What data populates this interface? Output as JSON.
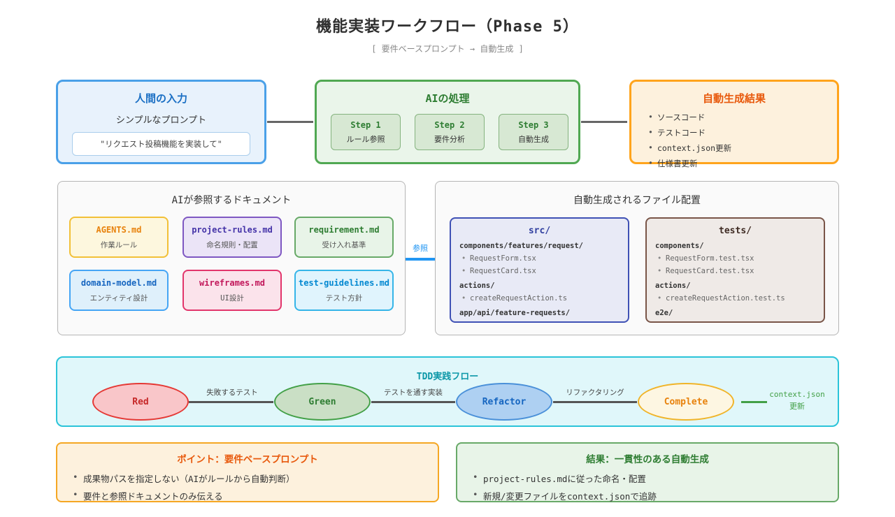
{
  "page": {
    "title": "機能実装ワークフロー（Phase 5）",
    "subtitle": "[ 要件ベースプロンプト → 自動生成 ]"
  },
  "top_row": {
    "human_input": {
      "title": "人間の入力",
      "subtitle": "シンプルなプロンプト",
      "prompt": "\"リクエスト投稿機能を実装して\""
    },
    "ai_process": {
      "title": "AIの処理",
      "steps": [
        {
          "name": "Step 1",
          "label": "ルール参照"
        },
        {
          "name": "Step 2",
          "label": "要件分析"
        },
        {
          "name": "Step 3",
          "label": "自動生成"
        }
      ]
    },
    "auto_result": {
      "title": "自動生成結果",
      "items": [
        "ソースコード",
        "テストコード",
        "context.json更新",
        "仕様書更新"
      ]
    }
  },
  "docs_panel": {
    "title": "AIが参照するドキュメント",
    "link_label": "参照",
    "cards": [
      {
        "file": "AGENTS.md",
        "desc": "作業ルール"
      },
      {
        "file": "project-rules.md",
        "desc": "命名規則・配置"
      },
      {
        "file": "requirement.md",
        "desc": "受け入れ基準"
      },
      {
        "file": "domain-model.md",
        "desc": "エンティティ設計"
      },
      {
        "file": "wireframes.md",
        "desc": "UI設計"
      },
      {
        "file": "test-guidelines.md",
        "desc": "テスト方針"
      }
    ]
  },
  "files_panel": {
    "title": "自動生成されるファイル配置",
    "src": {
      "title": "src/",
      "entries": [
        {
          "text": "components/features/request/"
        },
        {
          "text": "RequestForm.tsx"
        },
        {
          "text": "RequestCard.tsx"
        },
        {
          "text": "actions/"
        },
        {
          "text": "createRequestAction.ts"
        },
        {
          "text": "app/api/feature-requests/"
        }
      ]
    },
    "tests": {
      "title": "tests/",
      "entries": [
        {
          "text": "components/"
        },
        {
          "text": "RequestForm.test.tsx"
        },
        {
          "text": "RequestCard.test.tsx"
        },
        {
          "text": "actions/"
        },
        {
          "text": "createRequestAction.test.ts"
        },
        {
          "text": "e2e/"
        }
      ]
    }
  },
  "tdd_flow": {
    "title": "TDD実践フロー",
    "nodes": [
      "Red",
      "Green",
      "Refactor",
      "Complete"
    ],
    "edges": [
      "失敗するテスト",
      "テストを通す実装",
      "リファクタリング"
    ],
    "outcome_line1": "context.json",
    "outcome_line2": "更新"
  },
  "point_box": {
    "title": "ポイント：要件ベースプロンプト",
    "items": [
      "成果物パスを指定しない（AIがルールから自動判断）",
      "要件と参照ドキュメントのみ伝える"
    ]
  },
  "result_box": {
    "title": "結果：一貫性のある自動生成",
    "items": [
      "project-rules.mdに従った命名・配置",
      "新規/変更ファイルをcontext.jsonで追跡"
    ]
  },
  "colors": {
    "human_border": "#4aa0e8",
    "ai_border": "#50a852",
    "result_border": "#ffa41c",
    "gray_box_border": "#b5b5b5",
    "tdd_border": "#2bc4d9",
    "ref_link": "#2196f3",
    "edge_line": "#555555",
    "outcome_green": "#43a047",
    "red_node": "#e53935",
    "green_node": "#43a047",
    "blue_node": "#4a90d9",
    "yellow_node": "#f0b429",
    "point_border": "#f5a723",
    "result_box_border": "#68a968",
    "src_border": "#3f51b5",
    "tests_border": "#795548"
  }
}
